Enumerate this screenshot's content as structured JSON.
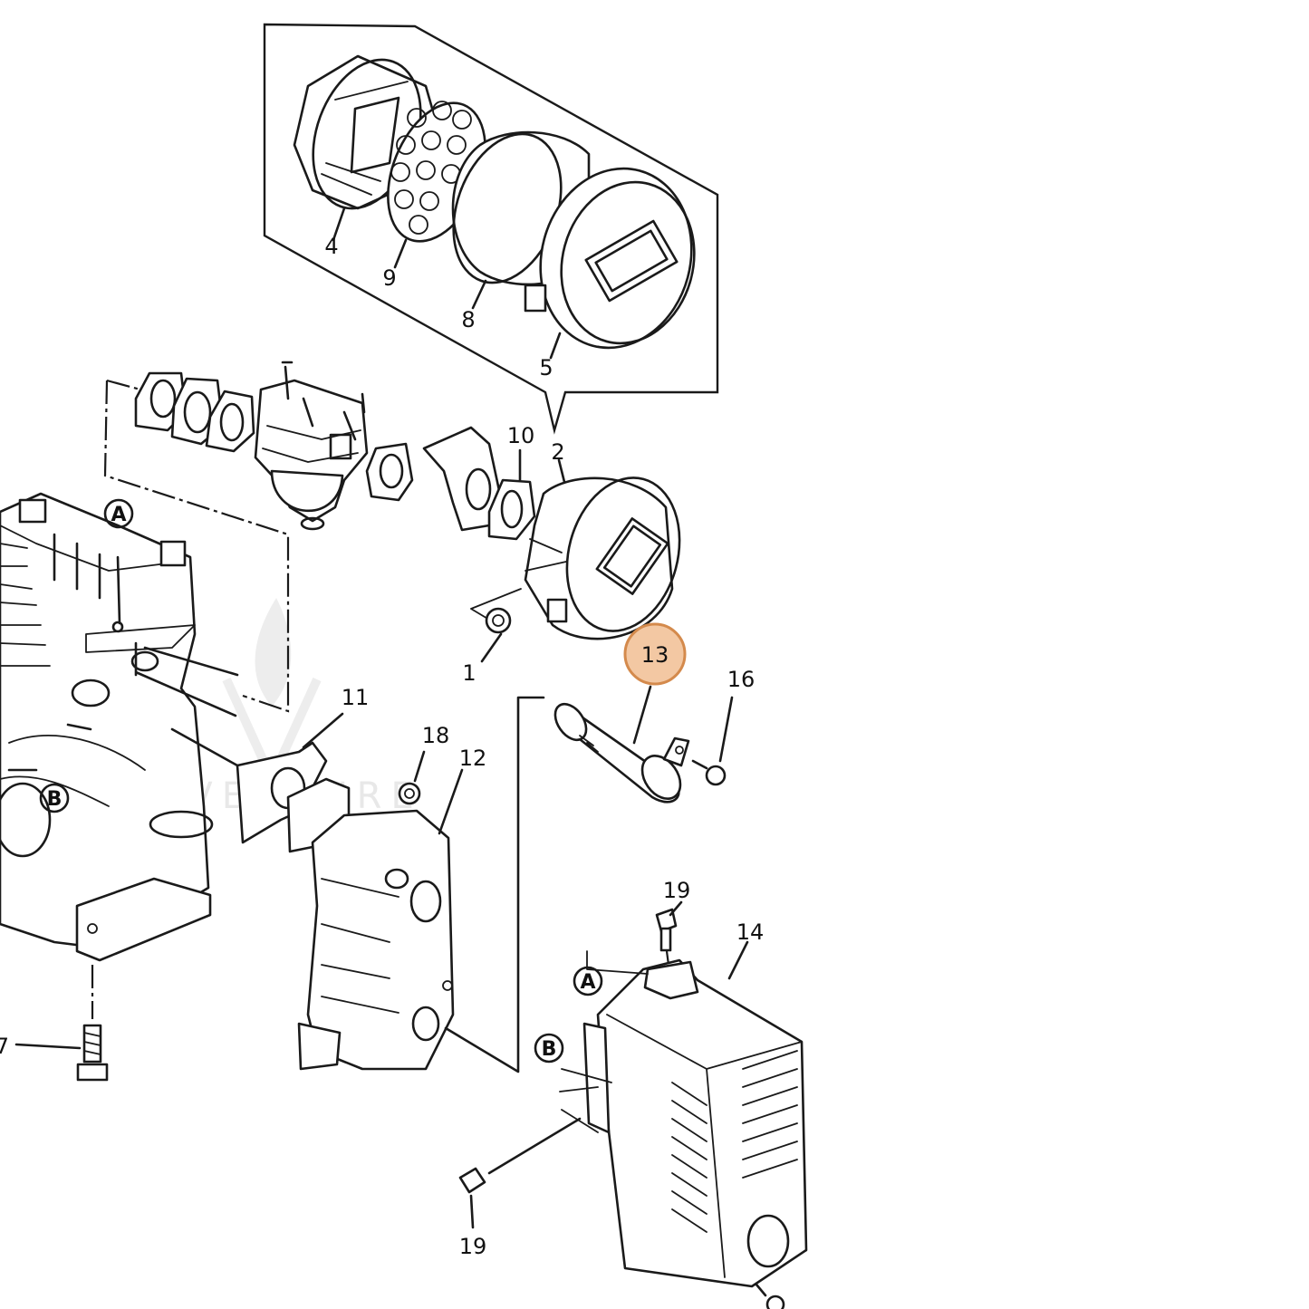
{
  "diagram": {
    "part_labels": {
      "p1": "1",
      "p2": "2",
      "p4": "4",
      "p5": "5",
      "p7": "7",
      "p8": "8",
      "p9": "9",
      "p10": "10",
      "p11": "11",
      "p12": "12",
      "p13": "13",
      "p14": "14",
      "p16": "16",
      "p18": "18",
      "p19a": "19",
      "p19b": "19"
    },
    "callout_markers": {
      "a1": "A",
      "a2": "A",
      "b1": "B",
      "b2": "B"
    },
    "highlight": {
      "part": "13",
      "color": "#f3c8a3",
      "ring_color": "#d48a4c"
    },
    "watermark": {
      "text": "EZ VENTURE",
      "color": "#e6e6e6"
    }
  }
}
